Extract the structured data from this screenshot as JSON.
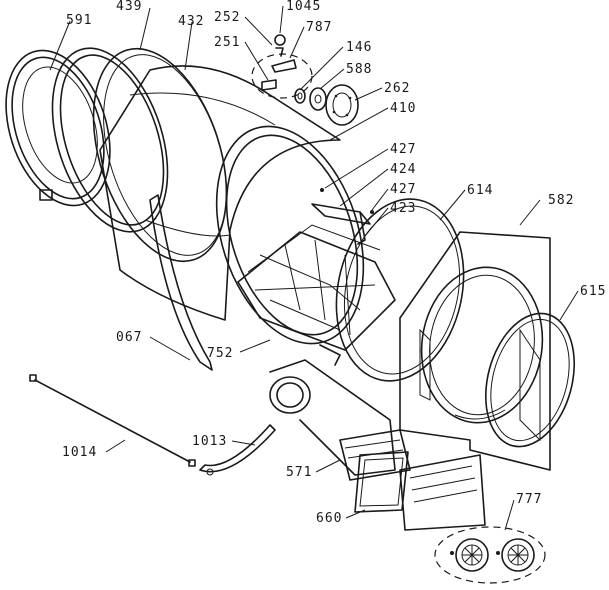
{
  "diagram": {
    "callouts": [
      {
        "id": "c591",
        "label": "591"
      },
      {
        "id": "c439",
        "label": "439"
      },
      {
        "id": "c432",
        "label": "432"
      },
      {
        "id": "c252",
        "label": "252"
      },
      {
        "id": "c1045",
        "label": "1045"
      },
      {
        "id": "c787",
        "label": "787"
      },
      {
        "id": "c251",
        "label": "251"
      },
      {
        "id": "c146",
        "label": "146"
      },
      {
        "id": "c588",
        "label": "588"
      },
      {
        "id": "c262",
        "label": "262"
      },
      {
        "id": "c410",
        "label": "410"
      },
      {
        "id": "c427a",
        "label": "427"
      },
      {
        "id": "c424",
        "label": "424"
      },
      {
        "id": "c427b",
        "label": "427"
      },
      {
        "id": "c423",
        "label": "423"
      },
      {
        "id": "c614",
        "label": "614"
      },
      {
        "id": "c582",
        "label": "582"
      },
      {
        "id": "c615",
        "label": "615"
      },
      {
        "id": "c067",
        "label": "067"
      },
      {
        "id": "c752",
        "label": "752"
      },
      {
        "id": "c1014",
        "label": "1014"
      },
      {
        "id": "c1013",
        "label": "1013"
      },
      {
        "id": "c571",
        "label": "571"
      },
      {
        "id": "c660",
        "label": "660"
      },
      {
        "id": "c777",
        "label": "777"
      }
    ]
  }
}
